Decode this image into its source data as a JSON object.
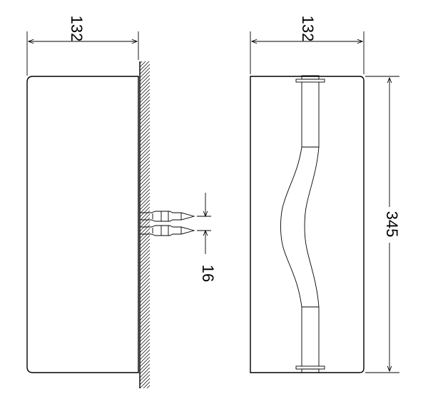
{
  "dimensions": {
    "side_width": "132",
    "front_width": "132",
    "front_height": "345",
    "anchor_spacing": "16"
  }
}
